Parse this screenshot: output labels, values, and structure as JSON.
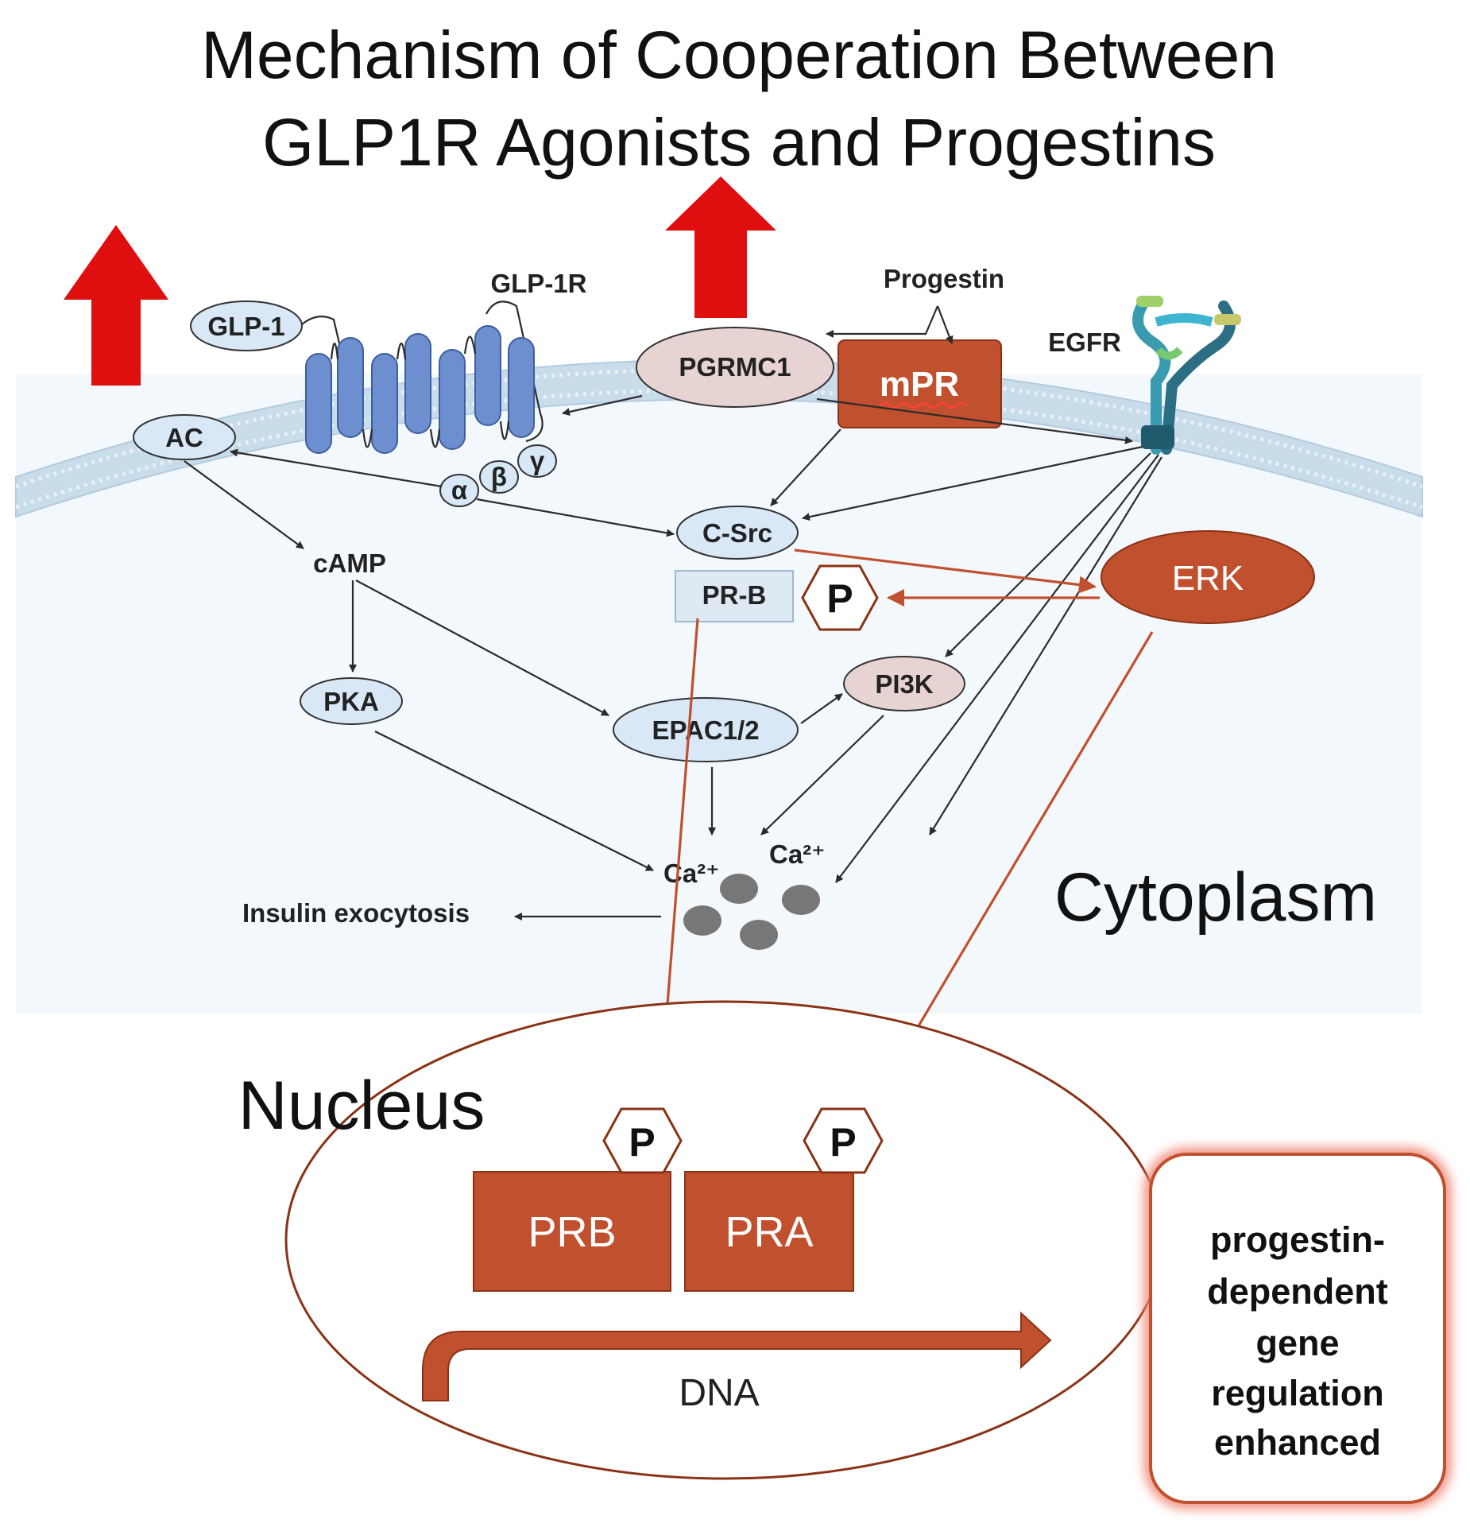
{
  "title": {
    "line1": "Mechanism of Cooperation Between",
    "line2": "GLP1R Agonists and Progestins"
  },
  "membrane": {
    "glp1": "GLP-1",
    "glp1r": "GLP-1R",
    "progestin": "Progestin",
    "pgrmc1": "PGRMC1",
    "mpr": "mPR",
    "egfr": "EGFR",
    "ac": "AC",
    "g_alpha": "α",
    "g_beta": "β",
    "g_gamma": "γ"
  },
  "cytoplasm": {
    "label": "Cytoplasm",
    "camp": "cAMP",
    "csrc": "C-Src",
    "prb_cyto": "PR-B",
    "phospho": "P",
    "erk": "ERK",
    "pka": "PKA",
    "epac": "EPAC1/2",
    "pi3k": "PI3K",
    "ca_left": "Ca²⁺",
    "ca_right": "Ca²⁺",
    "insulin": "Insulin exocytosis"
  },
  "nucleus": {
    "label": "Nucleus",
    "prb": "PRB",
    "pra": "PRA",
    "phospho_prb": "P",
    "phospho_pra": "P",
    "dna": "DNA"
  },
  "outcome": {
    "lines": [
      "progestin-",
      "dependent",
      "gene",
      "regulation",
      "enhanced"
    ]
  },
  "colors": {
    "up_arrow": "#e00f0f",
    "rust": "#c0502e",
    "receptor_blue": "#6d8fcf",
    "node_fill": "#d8e8f7",
    "node_pink": "#e8d3d3",
    "cytoplasm_bg": "#f3f8fc",
    "membrane": "#c9dcea"
  }
}
